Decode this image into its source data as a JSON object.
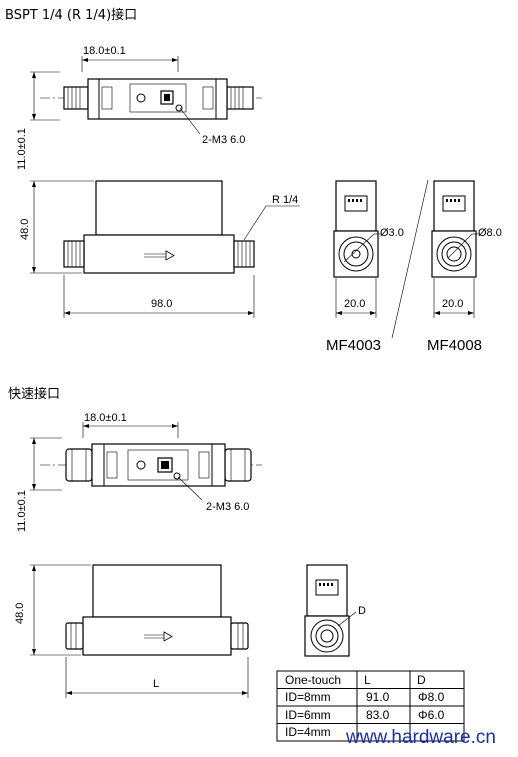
{
  "sections": {
    "bspt": {
      "title": "BSPT 1/4 (R 1/4)接口",
      "top_view": {
        "width_dim": "18.0±0.1",
        "height_dim": "11.0±0.1",
        "thread_note": "2-M3 6.0"
      },
      "side_view": {
        "height_dim": "48.0",
        "length_dim": "98.0",
        "port_note": "R 1/4"
      },
      "end_views": [
        {
          "model": "MF4003",
          "bore": "Ø3.0",
          "width": "20.0"
        },
        {
          "model": "MF4008",
          "bore": "Ø8.0",
          "width": "20.0"
        }
      ]
    },
    "quick": {
      "title": "快速接口",
      "top_view": {
        "width_dim": "18.0±0.1",
        "height_dim": "11.0±0.1",
        "thread_note": "2-M3 6.0"
      },
      "side_view": {
        "height_dim": "48.0",
        "length_dim": "L"
      },
      "end_view": {
        "bore_label": "D"
      }
    }
  },
  "table": {
    "headers": [
      "One-touch",
      "L",
      "D"
    ],
    "rows": [
      [
        "ID=8mm",
        "91.0",
        "Φ8.0"
      ],
      [
        "ID=6mm",
        "83.0",
        "Φ6.0"
      ],
      [
        "ID=4mm",
        "",
        ""
      ]
    ]
  },
  "watermark": "www.hardware.cn"
}
